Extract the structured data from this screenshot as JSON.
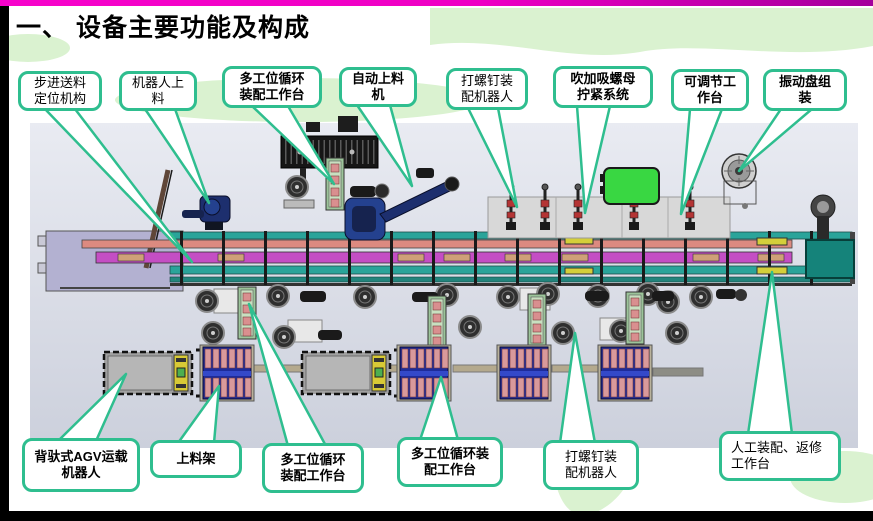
{
  "slide": {
    "title": "一、 设备主要功能及构成"
  },
  "callouts_top": [
    {
      "label": "步进送料\n定位机构"
    },
    {
      "label": "机器人上\n料"
    },
    {
      "label": "多工位循环\n装配工作台"
    },
    {
      "label": "自动上料\n机"
    },
    {
      "label": "打螺钉装\n配机器人"
    },
    {
      "label": "吹加吸螺母\n拧紧系统"
    },
    {
      "label": "可调节工\n作台"
    },
    {
      "label": "振动盘组\n装"
    }
  ],
  "callouts_bottom": [
    {
      "label": "背驮式AGV运载\n机器人"
    },
    {
      "label": "上料架"
    },
    {
      "label": "多工位循环\n装配工作台"
    },
    {
      "label": "多工位循环装\n配工作台"
    },
    {
      "label": "打螺钉装\n配机器人"
    },
    {
      "label": "人工装配、返修\n工作台"
    }
  ],
  "colors": {
    "accent_line": "#ee00c4",
    "callout_border": "#2fbe8f",
    "conveyor_teal": "#2aa49a",
    "pallet_magenta": "#c44ec4",
    "rail_salmon": "#dc8a80",
    "platform_lavender": "#b3b1d1",
    "panel_green": "#39d742",
    "rack_blue": "#1e2b9a",
    "part_pink": "#d9999b",
    "map_watermark": "#daf2d0"
  }
}
